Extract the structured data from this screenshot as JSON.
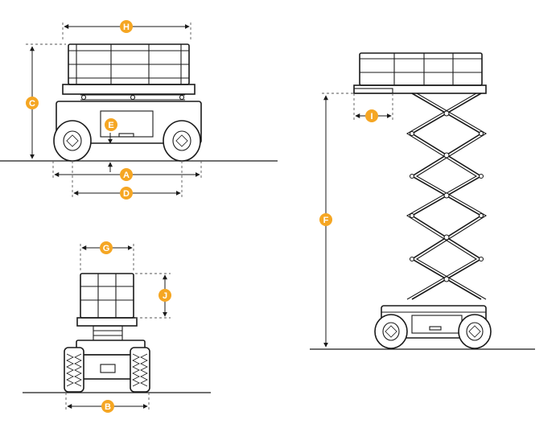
{
  "colors": {
    "badge": "#F5A623",
    "line": "#1a1a1a"
  },
  "labels": {
    "A": "A",
    "B": "B",
    "C": "C",
    "D": "D",
    "E": "E",
    "F": "F",
    "G": "G",
    "H": "H",
    "I": "I",
    "J": "J"
  }
}
